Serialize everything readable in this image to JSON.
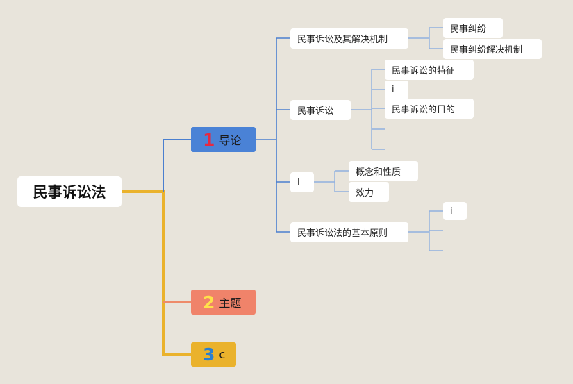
{
  "mindmap": {
    "root": "民事诉讼法",
    "topics": [
      {
        "number": "1",
        "label": "导论",
        "number_color": "#e8283f",
        "fill": "#4a82d6",
        "line_color": "#4a7fcf",
        "children": [
          {
            "label": "民事诉讼及其解决机制",
            "children": [
              {
                "label": "民事纠纷"
              },
              {
                "label": "民事纠纷解决机制"
              }
            ]
          },
          {
            "label": "民事诉讼",
            "children": [
              {
                "label": "民事诉讼的特征"
              },
              {
                "label": "i"
              },
              {
                "label": "民事诉讼的目的"
              },
              {
                "label": ""
              },
              {
                "label": ""
              }
            ]
          },
          {
            "label": "l",
            "children": [
              {
                "label": "概念和性质"
              },
              {
                "label": "效力"
              }
            ]
          },
          {
            "label": "民事诉讼法的基本原则",
            "children": [
              {
                "label": "i"
              },
              {
                "label": ""
              },
              {
                "label": ""
              }
            ]
          }
        ]
      },
      {
        "number": "2",
        "label": "主题",
        "number_color": "#ffe14a",
        "fill": "#f0836a",
        "line_color": "#ee8b6a"
      },
      {
        "number": "3",
        "label": "c",
        "number_color": "#2a7fd0",
        "fill": "#eab22c",
        "line_color": "#eab22c"
      }
    ],
    "colors": {
      "trunk": "#eab22c",
      "branch": "#4a7fcf",
      "subbranch": "#8fb0e0",
      "background": "#e8e4db"
    }
  }
}
